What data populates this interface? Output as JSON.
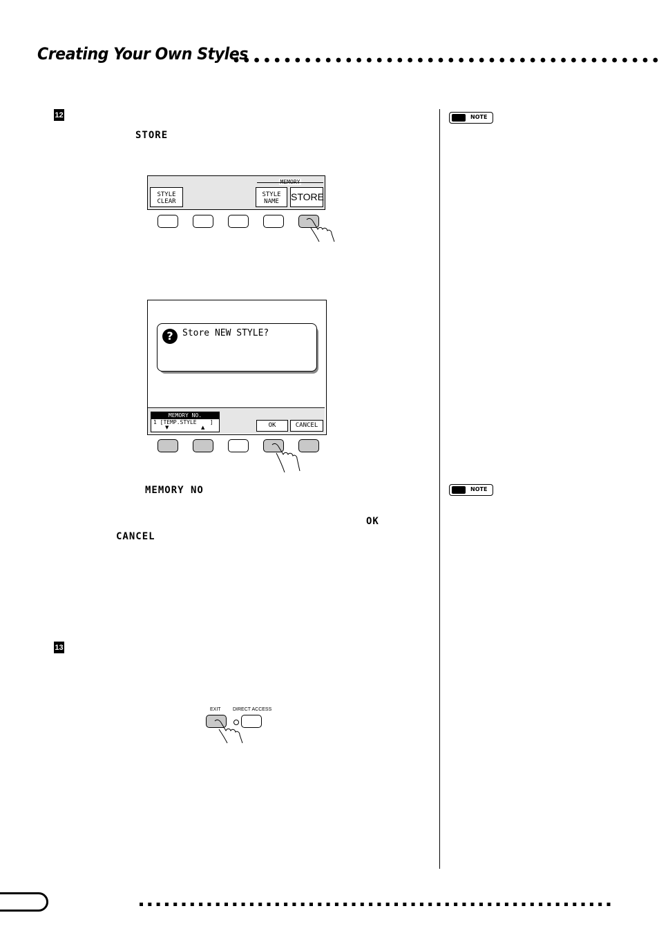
{
  "header": {
    "title": "Creating Your Own Styles"
  },
  "steps": {
    "step12": "12",
    "step13": "13"
  },
  "keywords": {
    "store": "STORE",
    "memory_no": "MEMORY NO",
    "ok": "OK",
    "cancel": "CANCEL"
  },
  "panel1": {
    "memory_label": "MEMORY",
    "buttons": [
      "STYLE CLEAR",
      "STYLE NAME",
      "STORE"
    ]
  },
  "panel2": {
    "question": "Store NEW STYLE?",
    "memory_no_label": "MEMORY NO.",
    "memory_value": "1 [TEMP.STYLE    ]",
    "ok_label": "OK",
    "cancel_label": "CANCEL"
  },
  "panel3": {
    "exit_label": "EXIT",
    "direct_access_label": "DIRECT ACCESS"
  },
  "notes": {
    "label": "NOTE"
  }
}
